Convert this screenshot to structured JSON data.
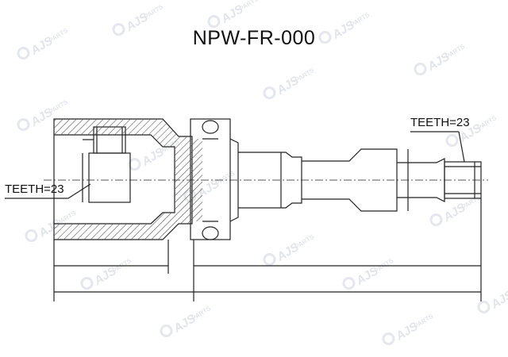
{
  "title": "NPW-FR-000",
  "labels": {
    "teeth_left": "TEETH=23",
    "teeth_right": "TEETH=23"
  },
  "watermark": {
    "brand": "AJS",
    "sub": "PARTS"
  },
  "colors": {
    "line": "#222222",
    "hatch": "#555555",
    "watermark": "#7a8aa8"
  }
}
